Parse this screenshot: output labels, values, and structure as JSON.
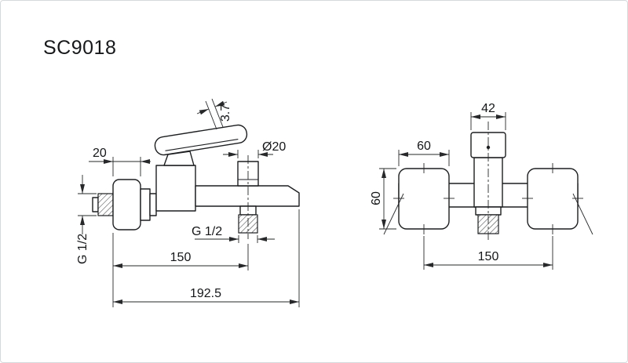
{
  "title": "SC9018",
  "side_view": {
    "dim_bracket_depth": "20",
    "dim_handle_thickness": "3.7",
    "dim_knob_diameter": "Ø20",
    "dim_inlet_thread": "G 1/2",
    "dim_outlet_thread": "G 1/2",
    "dim_wall_to_outlet": "150",
    "dim_total_length": "192.5"
  },
  "front_view": {
    "dim_head_width": "42",
    "dim_flange_width": "60",
    "dim_flange_height": "60",
    "dim_center_distance": "150"
  },
  "colors": {
    "line": "#1c1e20",
    "dimension": "#26282a",
    "background": "#ffffff"
  }
}
